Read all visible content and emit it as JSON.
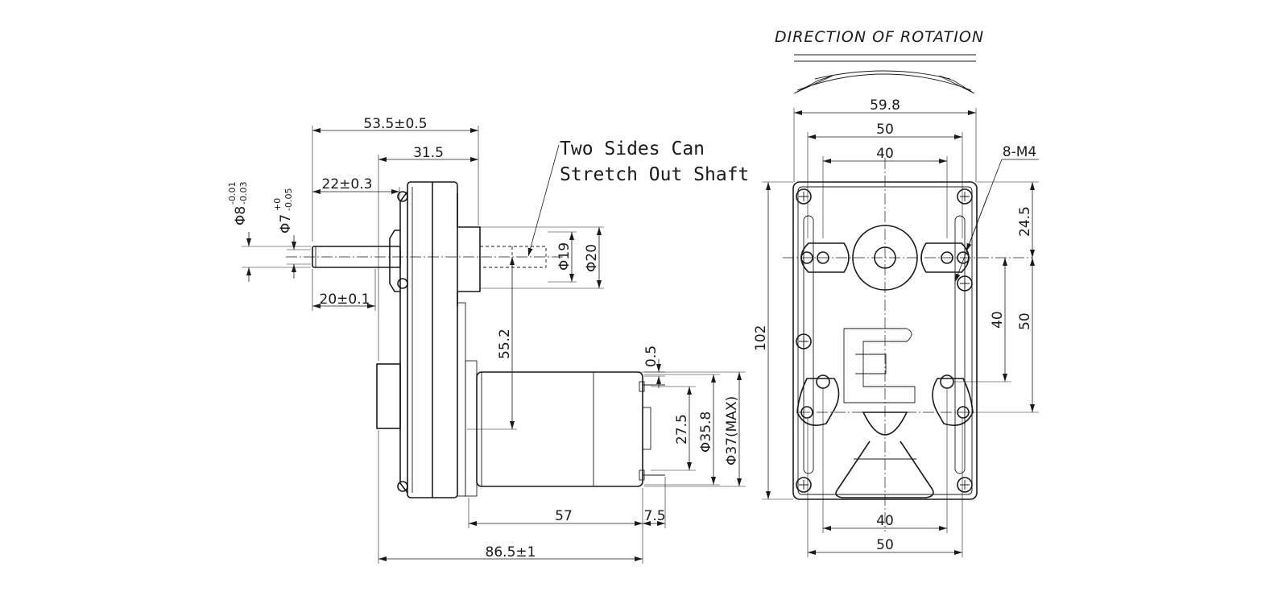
{
  "title": "DIRECTION OF ROTATION",
  "note": [
    "Two Sides Can",
    "Stretch Out Shaft"
  ],
  "side_view": {
    "overall_length": "53.5±0.5",
    "gearbox_length": "31.5",
    "shaft_22": "22±0.3",
    "shaft_20": "20±0.1",
    "dia_8_base": "Φ8",
    "dia_8_tol_upper": "-0.01",
    "dia_8_tol_lower": "-0.03",
    "dia_7_base": "Φ7",
    "dia_7_tol_upper": "+0",
    "dia_7_tol_lower": "-0.05",
    "dia_19": "Φ19",
    "dia_20": "Φ20",
    "offset_55_2": "55.2",
    "motor_gap": "0.5",
    "motor_27_5": "27.5",
    "motor_35_8": "Φ35.8",
    "motor_37": "Φ37(MAX)",
    "motor_57": "57",
    "motor_7_5": "7.5",
    "total_length": "86.5±1"
  },
  "front_view": {
    "width_59_8": "59.8",
    "width_50_top": "50",
    "width_40_top": "40",
    "holes": "8-M4",
    "height_102": "102",
    "height_24_5": "24.5",
    "height_40": "40",
    "height_50": "50",
    "width_40_bottom": "40",
    "width_50_bottom": "50"
  }
}
